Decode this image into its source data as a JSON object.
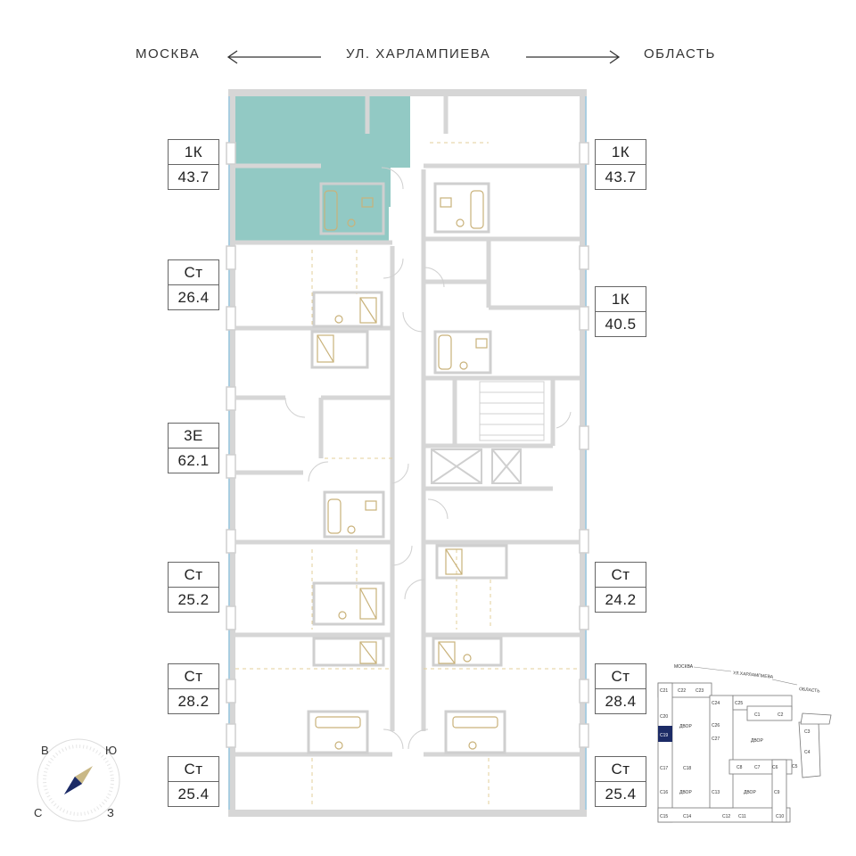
{
  "header": {
    "left": "МОСКВА",
    "street": "УЛ. ХАРЛАМПИЕВА",
    "right": "ОБЛАСТЬ"
  },
  "units_left": [
    {
      "type": "1К",
      "area": "43.7",
      "highlighted": true
    },
    {
      "type": "Ст",
      "area": "26.4"
    },
    {
      "type": "3Е",
      "area": "62.1"
    },
    {
      "type": "Ст",
      "area": "25.2"
    },
    {
      "type": "Ст",
      "area": "28.2"
    },
    {
      "type": "Ст",
      "area": "25.4"
    }
  ],
  "units_right": [
    {
      "type": "1К",
      "area": "43.7"
    },
    {
      "type": "1К",
      "area": "40.5"
    },
    {
      "type": "Ст",
      "area": "24.2"
    },
    {
      "type": "Ст",
      "area": "28.4"
    },
    {
      "type": "Ст",
      "area": "25.4"
    }
  ],
  "compass": {
    "n": "В",
    "e": "Ю",
    "s": "З",
    "w": "С"
  },
  "minimap": {
    "left": "МОСКВА",
    "street": "УЛ.ХАРЛАМПИЕВА",
    "right": "ОБЛАСТЬ",
    "courtyard": "ДВОР",
    "sections": [
      "C21",
      "C22",
      "C23",
      "C20",
      "C19",
      "C17",
      "C16",
      "C15",
      "C18",
      "C14",
      "C13",
      "C12",
      "C11",
      "C10",
      "C24",
      "C25",
      "C26",
      "C27",
      "C1",
      "C2",
      "C3",
      "C4",
      "C5",
      "C6",
      "C7",
      "C8",
      "C9"
    ],
    "current": "C19"
  },
  "colors": {
    "highlight": "#7fbfba",
    "wall": "#d8d8d8",
    "window": "#9ec9e0",
    "fixture": "#c9b27a",
    "current_section": "#1c2b66"
  }
}
